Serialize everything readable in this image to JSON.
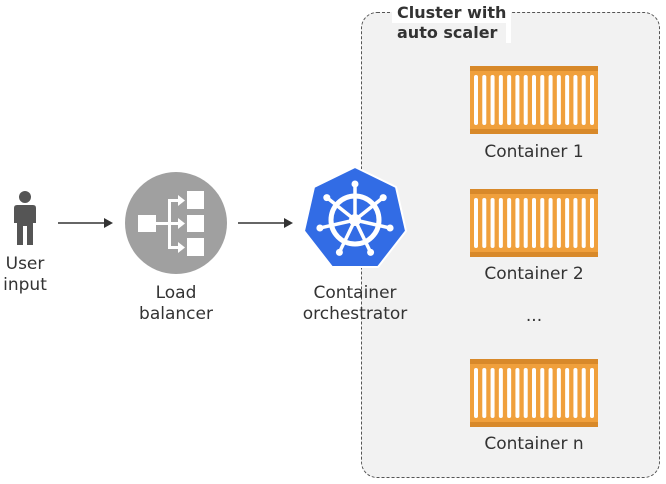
{
  "user": {
    "label_line1": "User",
    "label_line2": "input"
  },
  "load_balancer": {
    "label_line1": "Load",
    "label_line2": "balancer"
  },
  "orchestrator": {
    "label_line1": "Container",
    "label_line2": "orchestrator"
  },
  "cluster": {
    "title_line1": "Cluster with",
    "title_line2": "auto scaler"
  },
  "containers": [
    {
      "label": "Container 1"
    },
    {
      "label": "Container 2"
    },
    {
      "label": "Container n"
    }
  ],
  "ellipsis": "...",
  "colors": {
    "container_orange": "#F0A03C",
    "container_dark": "#D8892A",
    "k8s_blue": "#326CE5",
    "lb_gray": "#A0A0A0",
    "person_gray": "#555555",
    "cluster_bg": "#F2F2F2"
  },
  "icons": {
    "user": "person-icon",
    "load_balancer": "load-balancer-icon",
    "orchestrator": "kubernetes-icon",
    "container": "shipping-container-icon"
  }
}
